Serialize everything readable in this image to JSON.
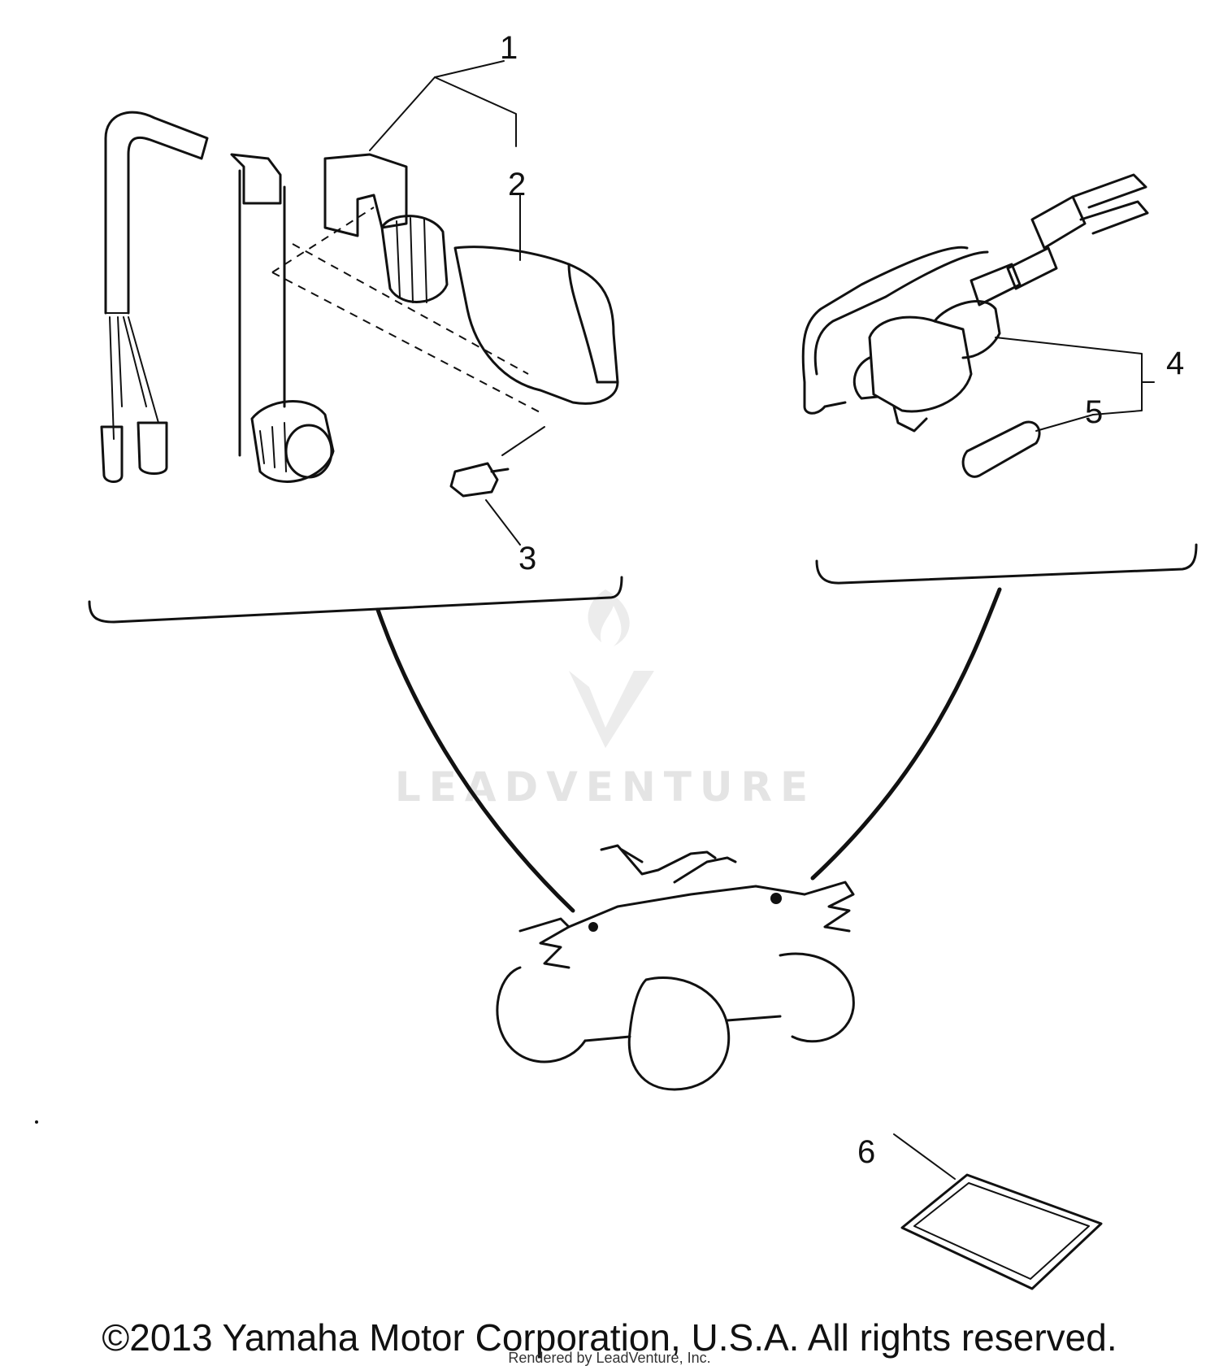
{
  "callouts": {
    "c1": "1",
    "c2": "2",
    "c3": "3",
    "c4": "4",
    "c5": "5",
    "c6": "6"
  },
  "watermark": {
    "text": "LEADVENTURE",
    "color": "#e4e4e4"
  },
  "footer": {
    "copyright": "©2013 Yamaha Motor Corporation, U.S.A. All rights reserved.",
    "rendered_by": "Rendered by LeadVenture, Inc."
  },
  "colors": {
    "ink": "#111111",
    "background": "#ffffff"
  }
}
